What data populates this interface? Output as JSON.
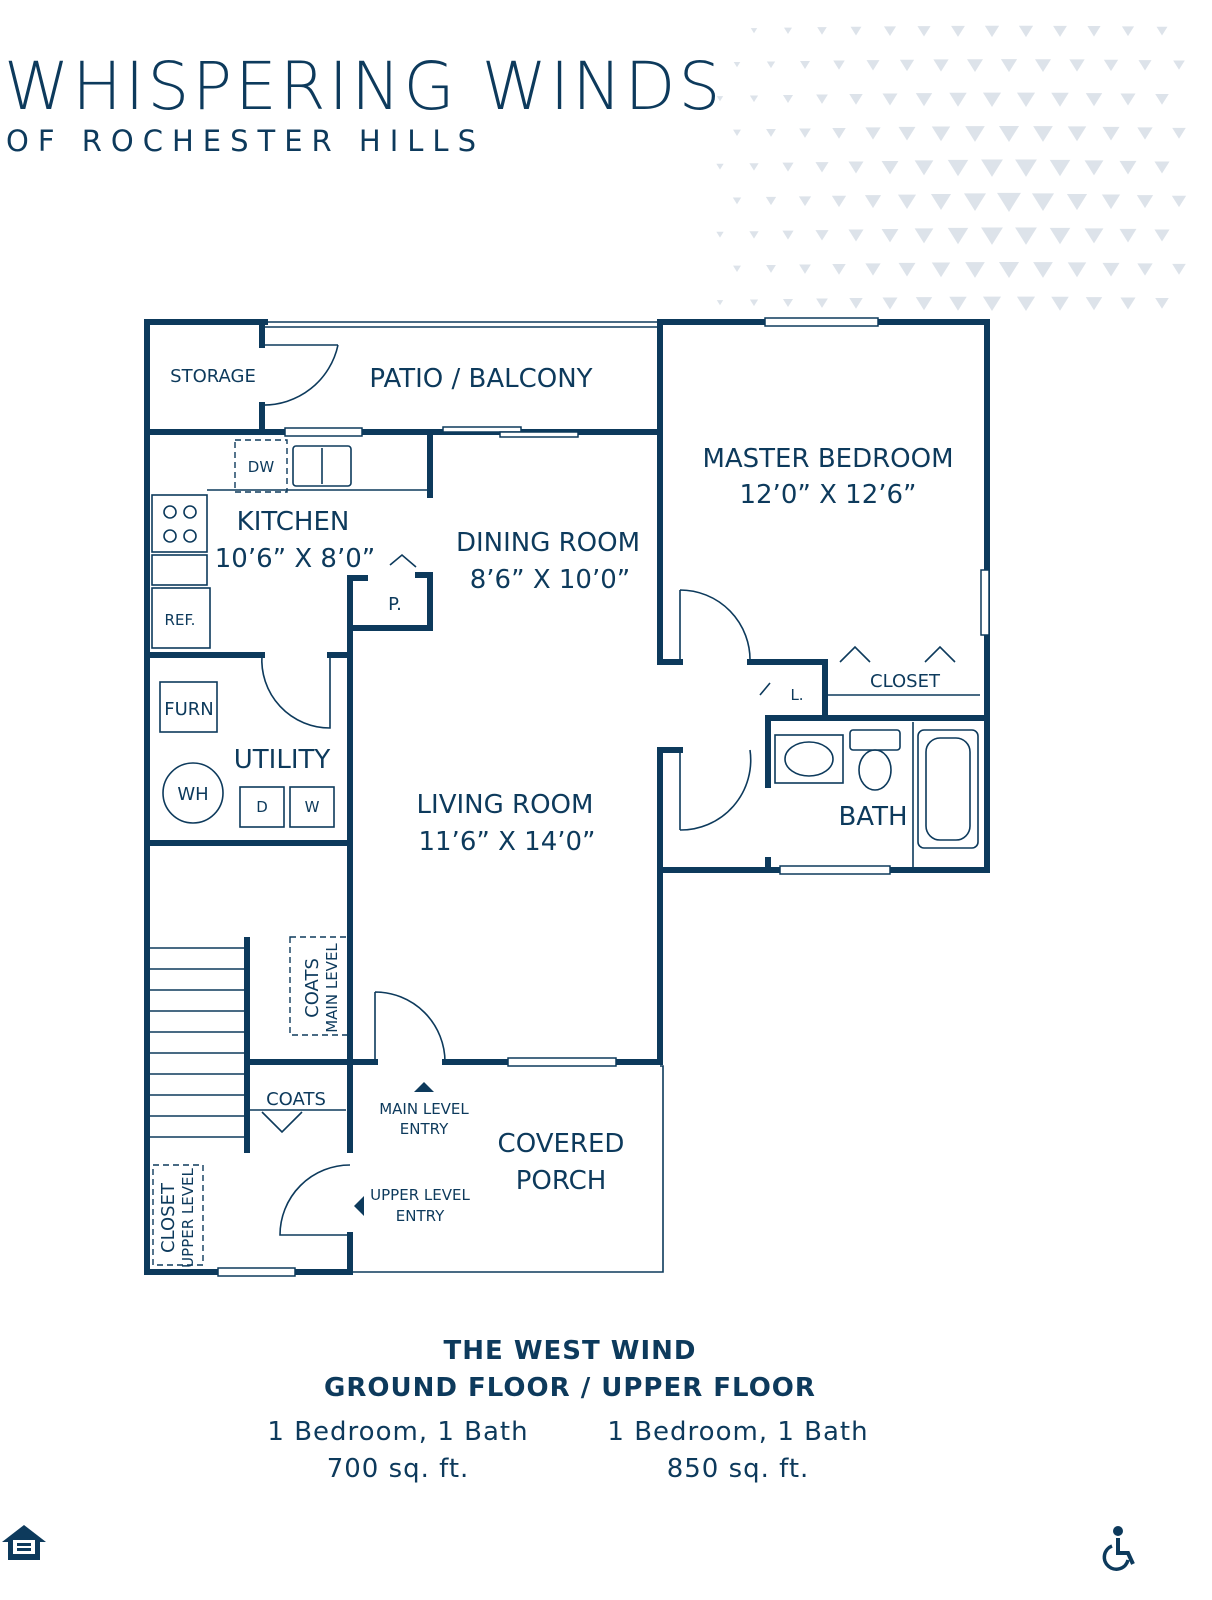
{
  "brand": {
    "name": "WHISPERING WINDS",
    "subtitle": "OF ROCHESTER HILLS"
  },
  "rooms": {
    "storage": "STORAGE",
    "patio": "PATIO / BALCONY",
    "dw": "DW",
    "kitchen": "KITCHEN",
    "kitchen_dim": "10’6” X 8’0”",
    "pantry": "P.",
    "ref": "REF.",
    "dining": "DINING ROOM",
    "dining_dim": "8’6” X 10’0”",
    "master": "MASTER BEDROOM",
    "master_dim": "12’0” X 12’6”",
    "linen": "L.",
    "closet": "CLOSET",
    "bath": "BATH",
    "furn": "FURN",
    "utility": "UTILITY",
    "wh": "WH",
    "dryer": "D",
    "washer": "W",
    "living": "LIVING ROOM",
    "living_dim": "11’6” X 14’0”",
    "coats_main": "COATS",
    "coats_main_sub": "MAIN LEVEL",
    "coats": "COATS",
    "main_entry_1": "MAIN LEVEL",
    "main_entry_2": "ENTRY",
    "upper_entry_1": "UPPER LEVEL",
    "upper_entry_2": "ENTRY",
    "porch_1": "COVERED",
    "porch_2": "PORCH",
    "closet_upper": "CLOSET",
    "closet_upper_sub": "UPPER LEVEL"
  },
  "caption": {
    "plan_name": "THE WEST WIND",
    "floors": "GROUND FLOOR / UPPER FLOOR",
    "ground": {
      "rooms": "1 Bedroom, 1 Bath",
      "area": "700 sq. ft."
    },
    "upper": {
      "rooms": "1 Bedroom, 1 Bath",
      "area": "850 sq. ft."
    }
  },
  "logos": {
    "left": "EQUAL HOUSING OPPORTUNITY",
    "left_icon": "equal-housing-icon",
    "right_icon": "wheelchair-accessible-icon"
  },
  "colors": {
    "primary": "#0d3a5c",
    "pattern": "#dde3ea"
  }
}
